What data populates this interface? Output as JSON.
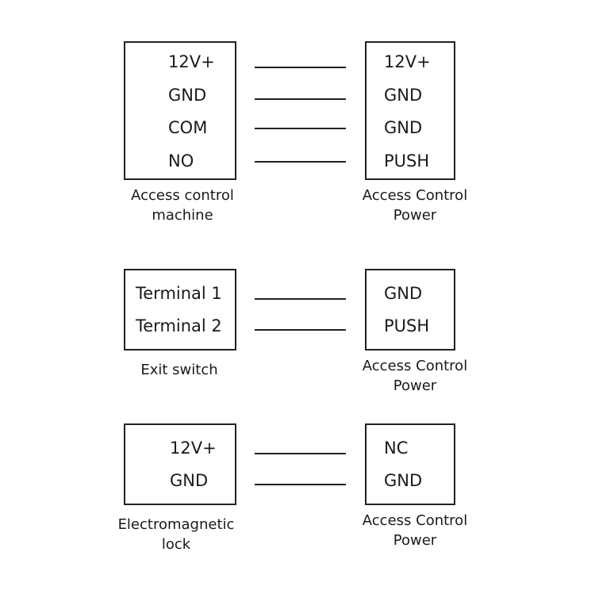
{
  "diagrams": [
    {
      "left": {
        "pins": [
          "12V+",
          "GND",
          "COM",
          "NO"
        ],
        "caption": [
          "Access control",
          "machine"
        ]
      },
      "right": {
        "pins": [
          "12V+",
          "GND",
          "GND",
          "PUSH"
        ],
        "caption": [
          "Access Control",
          "Power"
        ]
      }
    },
    {
      "left": {
        "pins": [
          "Terminal 1",
          "Terminal 2"
        ],
        "caption": [
          "Exit switch"
        ]
      },
      "right": {
        "pins": [
          "GND",
          "PUSH"
        ],
        "caption": [
          "Access Control",
          "Power"
        ]
      }
    },
    {
      "left": {
        "pins": [
          "12V+",
          "GND"
        ],
        "caption": [
          "Electromagnetic",
          "lock"
        ]
      },
      "right": {
        "pins": [
          "NC",
          "GND"
        ],
        "caption": [
          "Access Control",
          "Power"
        ]
      }
    }
  ]
}
